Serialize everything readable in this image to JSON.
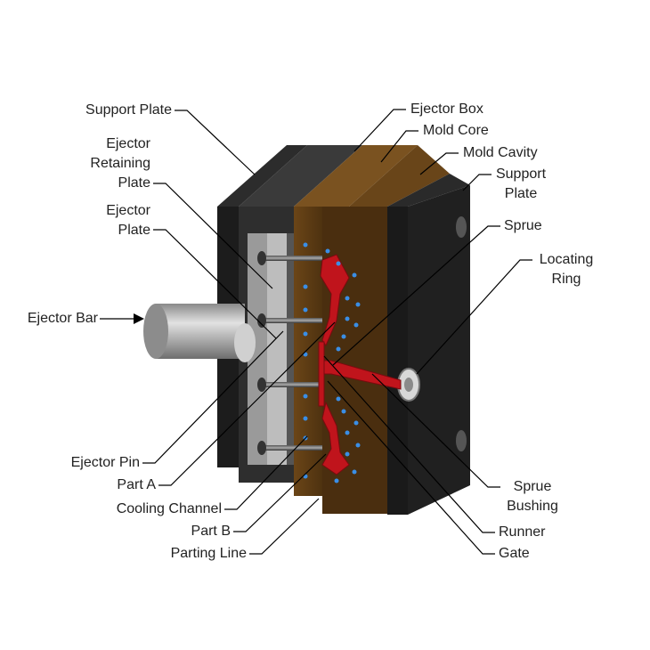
{
  "labels": {
    "support_plate_left": "Support Plate",
    "ejector_retaining_plate": "Ejector\nRetaining\nPlate",
    "ejector_plate": "Ejector\nPlate",
    "ejector_bar": "Ejector Bar",
    "ejector_pin": "Ejector Pin",
    "part_a": "Part A",
    "cooling_channel": "Cooling Channel",
    "part_b": "Part B",
    "parting_line": "Parting Line",
    "ejector_box": "Ejector Box",
    "mold_core": "Mold Core",
    "mold_cavity": "Mold Cavity",
    "support_plate_right": "Support\nPlate",
    "sprue": "Sprue",
    "locating_ring": "Locating\nRing",
    "sprue_bushing": "Sprue\nBushing",
    "runner": "Runner",
    "gate": "Gate"
  },
  "colors": {
    "dark_plate": "#1e1e1e",
    "mold_core": "#5a3a14",
    "mold_cavity": "#4a2e0f",
    "part": "#c0141c",
    "cooling": "#3a8ee6",
    "ejector_bar": "#bdbdbd"
  }
}
